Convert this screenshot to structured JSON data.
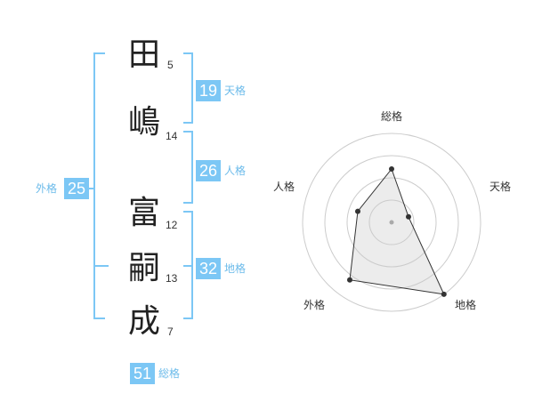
{
  "name": {
    "chars": [
      {
        "char": "田",
        "strokes": "5"
      },
      {
        "char": "嶋",
        "strokes": "14"
      },
      {
        "char": "富",
        "strokes": "12"
      },
      {
        "char": "嗣",
        "strokes": "13"
      },
      {
        "char": "成",
        "strokes": "7"
      }
    ]
  },
  "fortune": {
    "tenkaku": {
      "value": "19",
      "label": "天格"
    },
    "jinkaku": {
      "value": "26",
      "label": "人格"
    },
    "chikaku": {
      "value": "32",
      "label": "地格"
    },
    "gaikaku": {
      "value": "25",
      "label": "外格"
    },
    "soukaku": {
      "value": "51",
      "label": "総格"
    }
  },
  "colors": {
    "accent": "#7cc7f5",
    "bracket": "#7cc7f5",
    "label": "#6cbbea"
  },
  "chart_data": {
    "type": "radar",
    "axes": [
      "総格",
      "天格",
      "地格",
      "外格",
      "人格"
    ],
    "values": [
      3,
      1,
      5,
      4,
      2
    ],
    "range": [
      0,
      5
    ],
    "rings": 4,
    "grid": true
  }
}
